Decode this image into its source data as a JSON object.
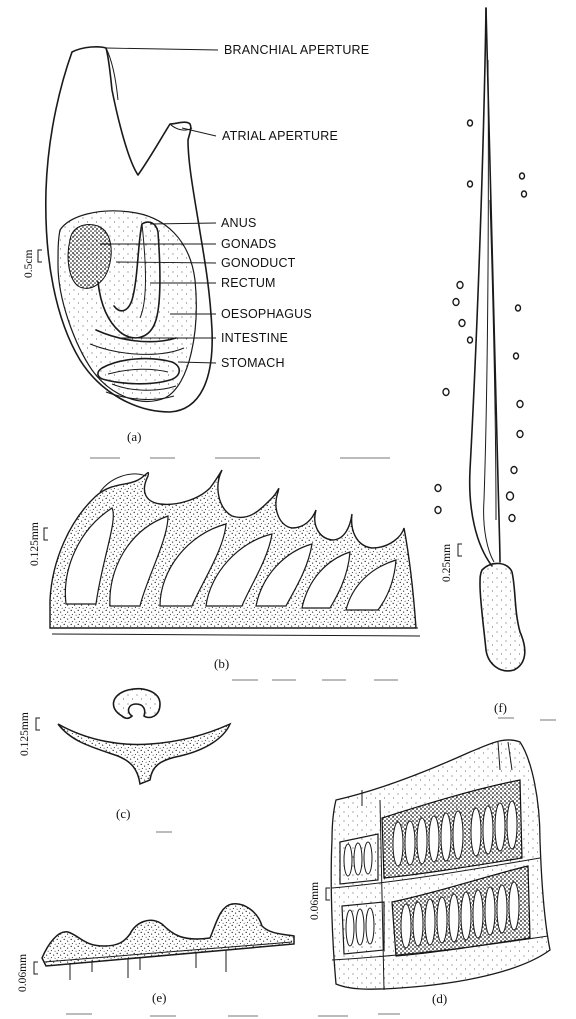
{
  "panel_a": {
    "labels": {
      "branchial_aperture": "BRANCHIAL APERTURE",
      "atrial_aperture": "ATRIAL APERTURE",
      "anus": "ANUS",
      "gonads": "GONADS",
      "gonoduct": "GONODUCT",
      "rectum": "RECTUM",
      "oesophagus": "OESOPHAGUS",
      "intestine": "INTESTINE",
      "stomach": "STOMACH"
    },
    "scale": "0.5cm",
    "caption": "(a)"
  },
  "panel_b": {
    "scale": "0.125mm",
    "caption": "(b)"
  },
  "panel_c": {
    "scale": "0.125mm",
    "caption": "(c)"
  },
  "panel_d": {
    "scale": "0.06mm",
    "caption": "(d)"
  },
  "panel_e": {
    "scale": "0.06mm",
    "caption": "(e)"
  },
  "panel_f": {
    "scale": "0.25mm",
    "caption": "(f)"
  },
  "colors": {
    "ink": "#1a1a1a",
    "stipple": "#2b2b2b",
    "paper": "#ffffff"
  }
}
